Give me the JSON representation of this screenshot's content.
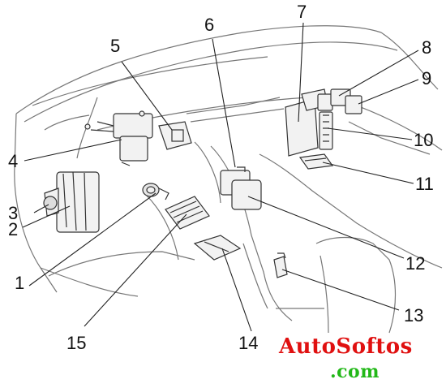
{
  "callouts": [
    "1",
    "2",
    "3",
    "4",
    "5",
    "6",
    "7",
    "8",
    "9",
    "10",
    "11",
    "12",
    "13",
    "14",
    "15"
  ],
  "watermark": {
    "line1": "AutoSoftos",
    "line2": ".com",
    "line1_color": "#e01010",
    "line2_color": "#22b818"
  },
  "colors": {
    "line": "#555555",
    "leader": "#222222",
    "text": "#111111"
  }
}
